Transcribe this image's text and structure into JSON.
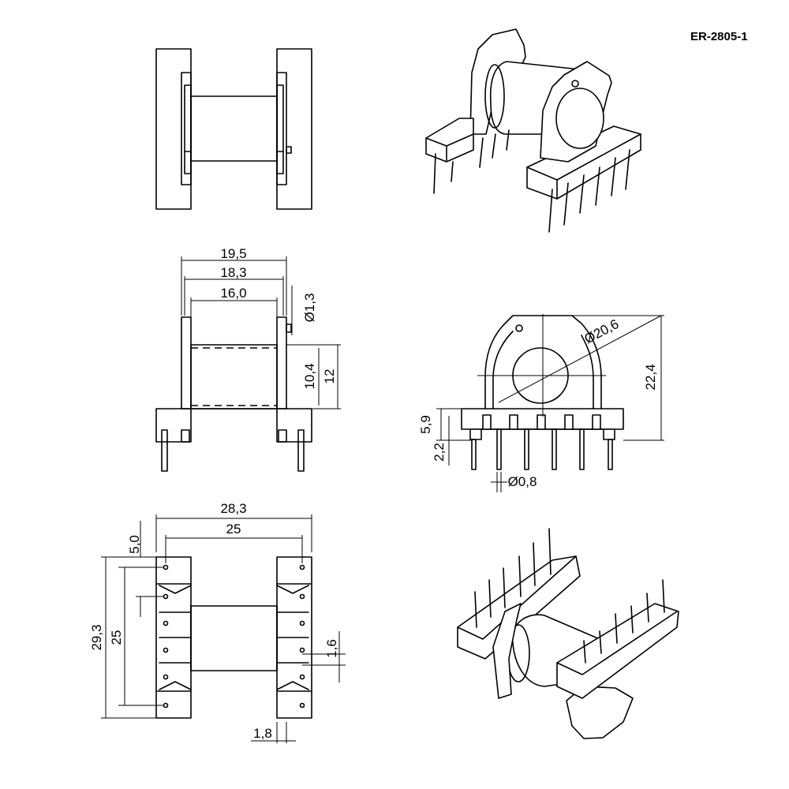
{
  "title": "ER-2805-1",
  "dimensions": {
    "front_width_outer": "19,5",
    "front_width_flange": "18,3",
    "front_width_core": "16,0",
    "pin_diameter_small": "Ø1,3",
    "core_height": "10,4",
    "winding_height": "12",
    "side_flange_diameter": "Ø20,6",
    "total_height": "22,4",
    "base_height": "5,9",
    "pin_offset": "2,2",
    "pin_diameter": "Ø0,8",
    "footprint_width": "28,3",
    "pin_span_x": "25",
    "pin_edge_offset": "5,0",
    "footprint_depth": "29,3",
    "pin_span_y": "25",
    "pin_pitch_gap": "1,6",
    "wall_thickness": "1,8"
  }
}
